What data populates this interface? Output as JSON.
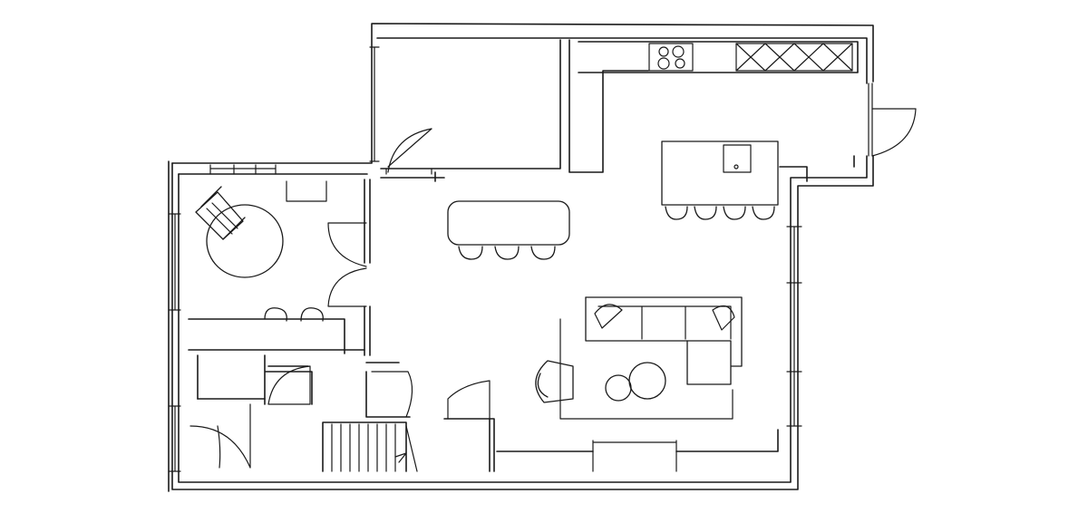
{
  "diagram": {
    "type": "floor-plan-sketch",
    "style": "hand-drawn line art",
    "ink_color": "#1a1a1a",
    "background": "#ffffff",
    "rooms": [
      "bedroom",
      "bathroom",
      "entry-hall",
      "staircase",
      "utility-room",
      "kitchen",
      "dining-area",
      "living-area"
    ],
    "furniture": [
      "armchair",
      "round-rug",
      "double-sink-vanity",
      "dining-table",
      "dining-stools",
      "kitchen-island",
      "island-stools",
      "cooktop",
      "kitchen-counter",
      "corner-sofa",
      "tub-chair",
      "coffee-tables",
      "sideboard"
    ],
    "dining_stool_count": 3,
    "island_stool_count": 4,
    "cooktop_burner_count": 4,
    "sink_count": 2
  }
}
